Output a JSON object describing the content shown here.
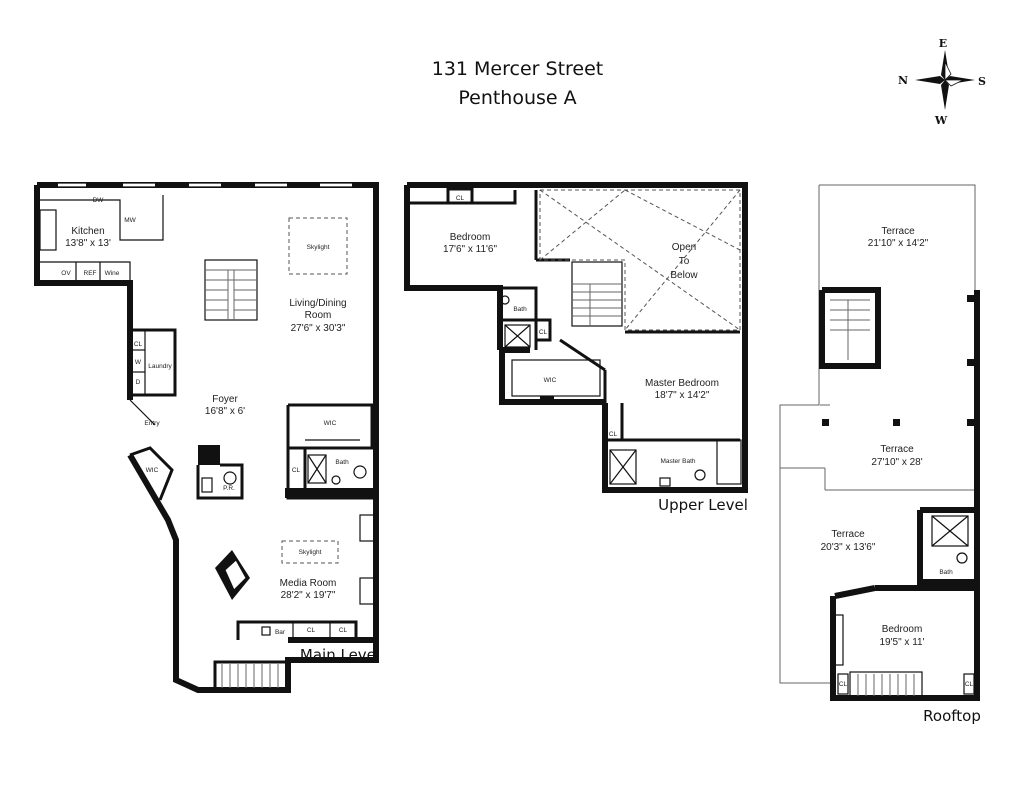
{
  "header": {
    "address": "131 Mercer Street",
    "unit": "Penthouse A"
  },
  "compass": {
    "top": "E",
    "left": "N",
    "right": "S",
    "bottom": "W"
  },
  "levels": {
    "main": "Main Level",
    "upper": "Upper Level",
    "roof": "Rooftop"
  },
  "main_level": {
    "kitchen": {
      "name": "Kitchen",
      "dims": "13'8\" x 13'"
    },
    "dw": "DW",
    "mw": "MW",
    "ov": "OV",
    "ref": "REF",
    "wine": "Wine",
    "skylight1": "Skylight",
    "living_name_1": "Living/Dining",
    "living_name_2": "Room",
    "living_dims": "27'6\" x 30'3\"",
    "cl_laundry": "CL",
    "w": "W",
    "d": "D",
    "laundry": "Laundry",
    "foyer": {
      "name": "Foyer",
      "dims": "16'8\" x 6'"
    },
    "entry": "Entry",
    "wic_right": "WIC",
    "wic_left": "WIC",
    "pr": "P.R.",
    "cl_bath": "CL",
    "bath": "Bath",
    "skylight2": "Skylight",
    "media": {
      "name": "Media Room",
      "dims": "28'2\" x 19'7\""
    },
    "bar": "Bar",
    "cl1": "CL",
    "cl2": "CL"
  },
  "upper_level": {
    "cl_top": "CL",
    "bedroom": {
      "name": "Bedroom",
      "dims": "17'6\" x 11'6\""
    },
    "open1": "Open",
    "open2": "To",
    "open3": "Below",
    "bath": "Bath",
    "cl_mid": "CL",
    "wic": "WIC",
    "master": {
      "name": "Master Bedroom",
      "dims": "18'7\" x 14'2\""
    },
    "cl_master": "CL",
    "master_bath": "Master Bath"
  },
  "rooftop": {
    "terrace1": {
      "name": "Terrace",
      "dims": "21'10\" x 14'2\""
    },
    "terrace2": {
      "name": "Terrace",
      "dims": "27'10\" x 28'"
    },
    "terrace3": {
      "name": "Terrace",
      "dims": "20'3\" x 13'6\""
    },
    "bath": "Bath",
    "bedroom": {
      "name": "Bedroom",
      "dims": "19'5\" x 11'"
    },
    "cl_left": "CL",
    "cl_right": "CL"
  }
}
